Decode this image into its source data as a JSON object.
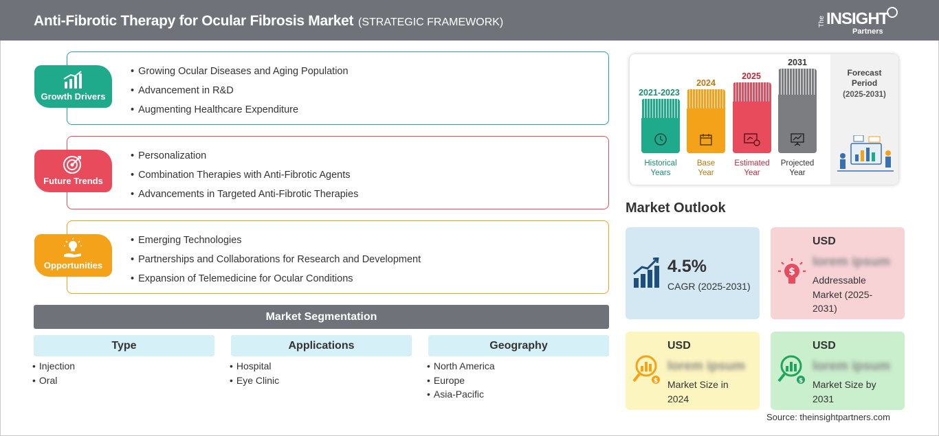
{
  "header": {
    "title": "Anti-Fibrotic Therapy for Ocular Fibrosis Market",
    "subtitle": "(STRATEGIC FRAMEWORK)",
    "logo_the": "The",
    "logo_insight": "INSIGHT",
    "logo_partners": "Partners"
  },
  "drivers": [
    {
      "label": "Growth Drivers",
      "color": "#1faa8c",
      "icon": "bar-growth-icon",
      "items": [
        "Growing Ocular Diseases and Aging Population",
        "Advancement in R&D",
        "Augmenting Healthcare Expenditure"
      ]
    },
    {
      "label": "Future Trends",
      "color": "#e84b5c",
      "icon": "target-icon",
      "items": [
        "Personalization",
        "Combination Therapies with Anti-Fibrotic Agents",
        "Advancements in Targeted Anti-Fibrotic Therapies"
      ]
    },
    {
      "label": "Opportunities",
      "color": "#f5a21b",
      "icon": "lightbulb-hand-icon",
      "items": [
        "Emerging Technologies",
        "Partnerships and Collaborations for Research and Development",
        "Expansion of Telemedicine for Ocular Conditions"
      ]
    }
  ],
  "segmentation": {
    "title": "Market Segmentation",
    "columns": [
      {
        "heading": "Type",
        "items": [
          "Injection",
          "Oral"
        ]
      },
      {
        "heading": "Applications",
        "items": [
          "Hospital",
          "Eye Clinic"
        ]
      },
      {
        "heading": "Geography",
        "items": [
          "North America",
          "Europe",
          "Asia-Pacific"
        ]
      }
    ]
  },
  "timeline": {
    "periods": [
      {
        "year": "2021-2023",
        "caption": [
          "Historical",
          "Years"
        ],
        "color": "#1faa8c",
        "text_color": "#1a8c74"
      },
      {
        "year": "2024",
        "caption": [
          "Base",
          "Year"
        ],
        "color": "#f5a21b",
        "text_color": "#b8780f"
      },
      {
        "year": "2025",
        "caption": [
          "Estimated",
          "Year"
        ],
        "color": "#e84b5c",
        "text_color": "#b32b3e"
      },
      {
        "year": "2031",
        "caption": [
          "Projected",
          "Year"
        ],
        "color": "#7b7d80",
        "text_color": "#333333"
      }
    ],
    "forecast_label": "Forecast Period",
    "forecast_range": "(2025-2031)"
  },
  "outlook": {
    "title": "Market Outlook",
    "cagr": {
      "value": "4.5%",
      "label": "CAGR (2025-2031)",
      "bg": "#d4e8f3"
    },
    "addressable": {
      "currency": "USD",
      "value": "lorem ipsum",
      "label": "Addressable Market (2025-2031)",
      "bg": "#f8d3d6"
    },
    "size_2024": {
      "currency": "USD",
      "value": "lorem ipsum",
      "label": "Market Size in 2024",
      "bg": "#fdf5bf"
    },
    "size_2031": {
      "currency": "USD",
      "value": "lorem ipsum",
      "label": "Market Size by 2031",
      "bg": "#c9efcc"
    }
  },
  "source": "Source: theinsightpartners.com"
}
